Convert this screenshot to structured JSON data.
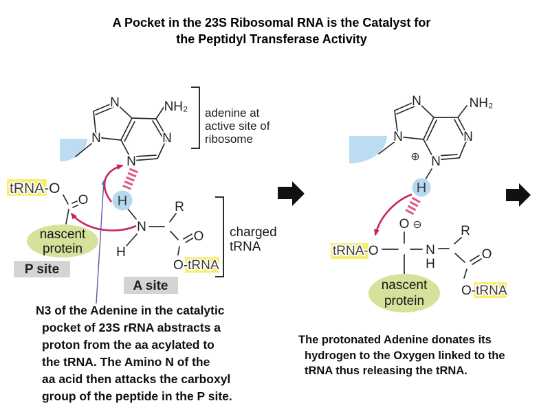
{
  "title": {
    "line1": "A Pocket in the 23S Ribosomal RNA is the Catalyst for",
    "line2": "the Peptidyl Transferase Activity"
  },
  "colors": {
    "arrow_pink": "#c92358",
    "hatch_pink": "#e05586",
    "h_circle_blue": "#b5d9ef",
    "wedge_blue": "#bcdcf2",
    "highlight_yellow": "#f8ee6e",
    "nascent_green": "#d5e29b",
    "site_gray": "#d4d4d2",
    "pointer_blue": "#5c5cab",
    "arrow_black": "#111111"
  },
  "left_panel": {
    "bracket_label": [
      "adenine at",
      "active site of",
      "ribosome"
    ],
    "charged_bracket_label": [
      "charged",
      "tRNA"
    ],
    "atoms": {
      "n7": "N",
      "n9": "N",
      "nh2": "NH₂",
      "n1": "N",
      "n3": "N",
      "h_abstracted": "H",
      "trna_prefix": "tRNA-",
      "trna_oxygen": "O",
      "p_carbonyl_o": "O",
      "amino_n": "N",
      "amino_h": "H",
      "r_group": "R",
      "a_carbonyl_o": "O",
      "ester_o_prefix": "O-",
      "ester_trna": "tRNA"
    },
    "nascent_protein": [
      "nascent",
      "protein"
    ],
    "p_site": "P site",
    "a_site": "A site"
  },
  "right_panel": {
    "atoms": {
      "n7": "N",
      "n9": "N",
      "nh2": "NH₂",
      "n1": "N",
      "n3": "N",
      "plus_charge": "⊕",
      "minus_charge": "⊖",
      "h_transferred": "H",
      "o_minus": "O",
      "trna_prefix": "tRNA-",
      "trna_oxygen": "O",
      "amide_n": "N",
      "amide_h": "H",
      "r_group": "R",
      "carbonyl_o": "O",
      "ester_o_prefix": "O-",
      "ester_trna": "tRNA"
    },
    "nascent_protein": [
      "nascent",
      "protein"
    ]
  },
  "caption_left": {
    "lines": [
      "N3 of the Adenine in the catalytic",
      "pocket of 23S rRNA abstracts a",
      "proton from the aa acylated to",
      "the tRNA.  The Amino N of the",
      "aa acid then attacks the carboxyl",
      "group of the peptide in the P site."
    ]
  },
  "caption_right": {
    "lines": [
      "The protonated Adenine donates its",
      "hydrogen to the Oxygen linked to the",
      "tRNA thus releasing the tRNA."
    ]
  }
}
